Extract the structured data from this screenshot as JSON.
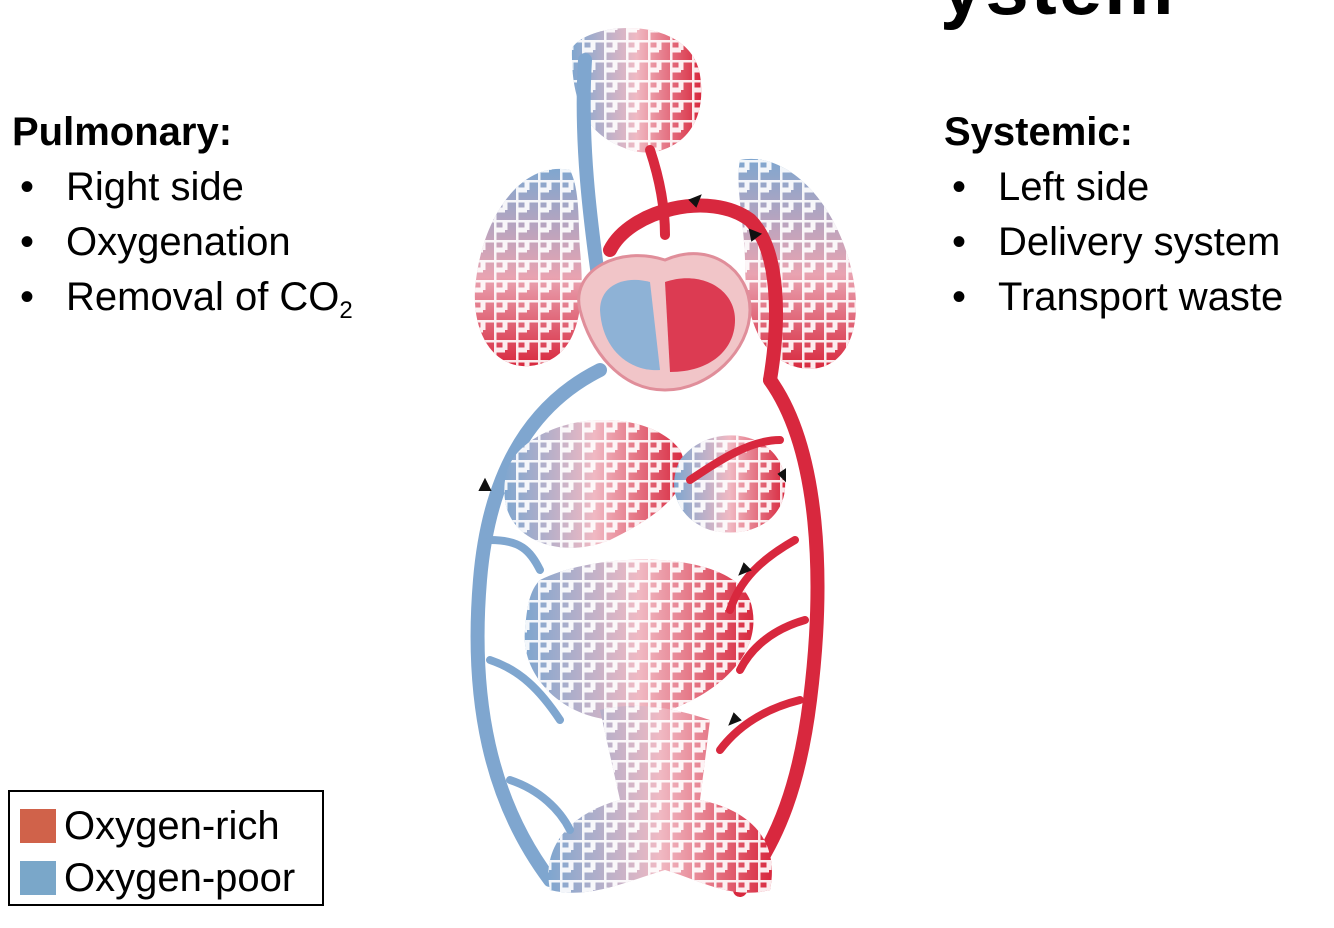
{
  "title_fragment": "ystem",
  "pulmonary": {
    "heading": "Pulmonary:",
    "items": [
      "Right side",
      "Oxygenation",
      "Removal of CO",
      "2"
    ]
  },
  "systemic": {
    "heading": "Systemic:",
    "items": [
      "Left side",
      "Delivery system",
      "Transport waste"
    ]
  },
  "legend": {
    "items": [
      {
        "label": "Oxygen-rich",
        "color": "#d0624a"
      },
      {
        "label": "Oxygen-poor",
        "color": "#7aa7c9"
      }
    ]
  },
  "colors": {
    "oxygen_rich_vessel": "#d8283e",
    "oxygen_poor_vessel": "#7fa6cf"
  }
}
